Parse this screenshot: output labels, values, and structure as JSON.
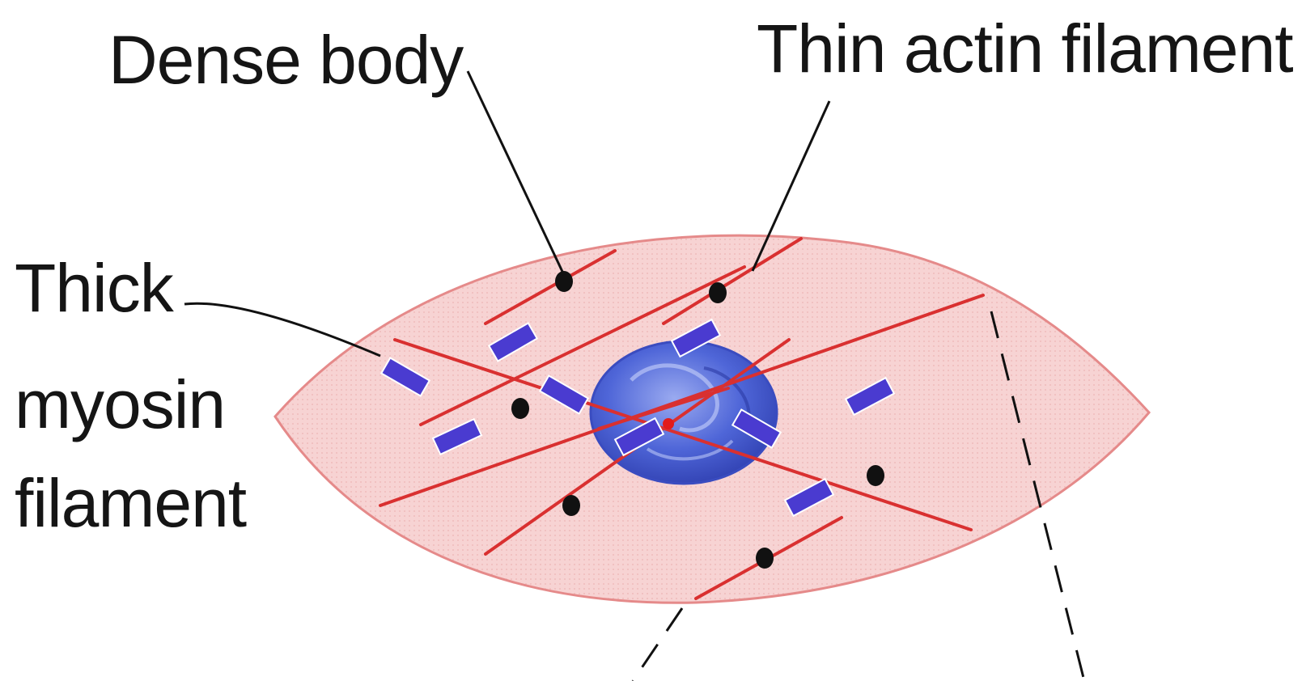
{
  "labels": {
    "dense_body": "Dense body",
    "thin_actin_filament": "Thin actin filament",
    "thick_myosin_line1": "Thick",
    "thick_myosin_line2": "myosin",
    "thick_myosin_line3": "filament"
  },
  "colors": {
    "cell_fill": "#f7d3d3",
    "cell_outline": "#e58a8a",
    "actin": "#d93030",
    "myosin": "#4a3bd0",
    "nucleus": "#4c63d6",
    "dense_body": "#111111",
    "pointer": "#111111"
  }
}
